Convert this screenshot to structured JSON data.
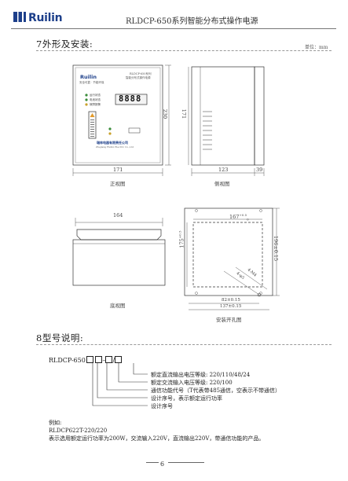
{
  "header": {
    "brand": "Ruilin",
    "title": "RLDCP-650系列智能分布式操作电源"
  },
  "section7": {
    "title": "7外形及安装:",
    "unit": "单位：mm"
  },
  "front_view": {
    "panel_brand": "Ruilin",
    "panel_small_caption_1": "RLDCP-650系列",
    "panel_small_caption_2": "智能分布式操作电源",
    "display_digits": "8888",
    "led_labels": [
      "运行状态",
      "电池状态",
      "故障报警"
    ],
    "company": "瑞林电器有限责任公司",
    "width": "171",
    "height": "230",
    "caption": "正视图"
  },
  "side_view": {
    "height": "171",
    "depth": "123",
    "extra": "39",
    "caption": "侧视图"
  },
  "bottom_view": {
    "width": "164",
    "caption": "底视图"
  },
  "mounting_view": {
    "width_label": "167",
    "width_tol_top": "+0.5",
    "width_tol_bottom": "0",
    "height_label": "175",
    "height_tol": "+0.5",
    "right_label": "196±0.15",
    "bottom1": "82±0.15",
    "bottom2": "137±0.15",
    "hole1": "4-φ5",
    "hole2": "4-M4",
    "caption": "安装开孔图"
  },
  "section8": {
    "title": "8型号说明:",
    "model_prefix": "RLDCP-650",
    "descriptions": [
      "额定直流输出电压等级: 220/110/48/24",
      "额定交流输入电压等级: 220/100",
      "通信功能代号（T代表带485通信，空表示不带通信）",
      "设计序号，表示额定运行功率",
      "设计序号"
    ],
    "example_label": "例如:",
    "example_model": "RLDCP622T-220/220",
    "example_text": "表示选用额定运行功率为200W，交流输入220V，直流输出220V，带通信功能的产品。"
  },
  "footer": {
    "page_number": "6"
  }
}
